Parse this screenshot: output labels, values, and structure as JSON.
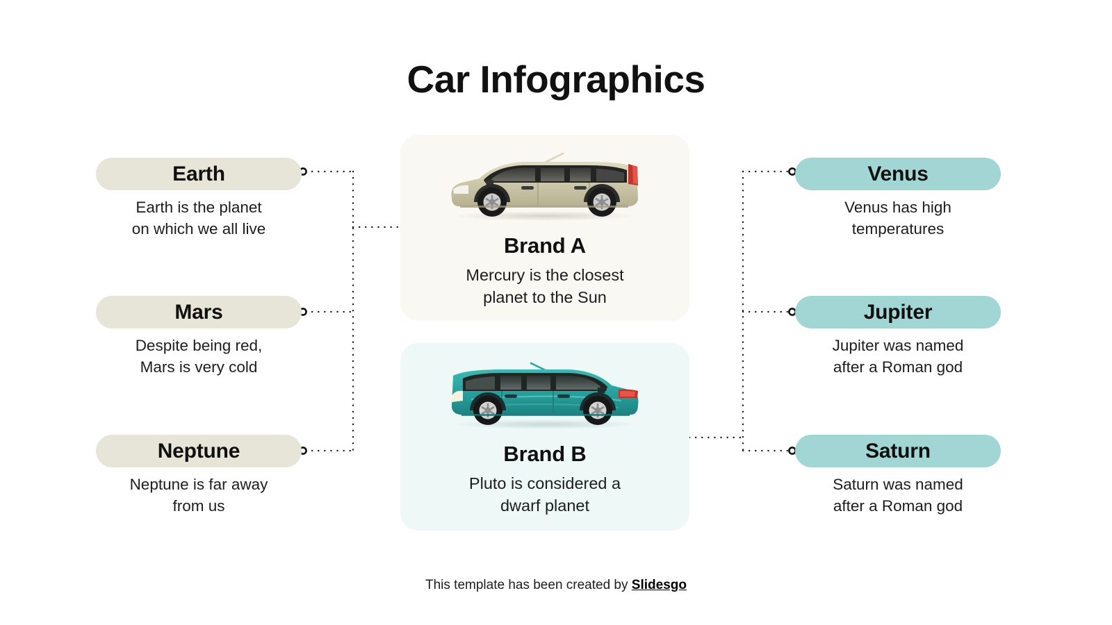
{
  "title": "Car Infographics",
  "colors": {
    "pill_beige": "#E6E5D8",
    "pill_teal": "#A2D6D4",
    "card_a_bg": "#FAF8F3",
    "card_b_bg": "#EDF8F7",
    "car_a_body": "#CFC9AC",
    "car_b_body": "#2AA3A0",
    "text": "#1D1D1D",
    "connector": "#1B1B1B"
  },
  "left_items": [
    {
      "label": "Earth",
      "description": "Earth is the planet\non which we all live"
    },
    {
      "label": "Mars",
      "description": "Despite being red,\nMars is very cold"
    },
    {
      "label": "Neptune",
      "description": "Neptune is far away\nfrom us"
    }
  ],
  "right_items": [
    {
      "label": "Venus",
      "description": "Venus has high\ntemperatures"
    },
    {
      "label": "Jupiter",
      "description": "Jupiter was named\nafter a Roman god"
    },
    {
      "label": "Saturn",
      "description": "Saturn was named\nafter a Roman god"
    }
  ],
  "brands": [
    {
      "name": "Brand A",
      "description": "Mercury is the closest\nplanet to the Sun",
      "car_icon": "beige-minivan-side-view-facing-left"
    },
    {
      "name": "Brand B",
      "description": "Pluto is considered a\ndwarf planet",
      "car_icon": "teal-minivan-side-view-facing-right"
    }
  ],
  "footer": {
    "text": "This template has been created by ",
    "brand": "Slidesgo"
  }
}
